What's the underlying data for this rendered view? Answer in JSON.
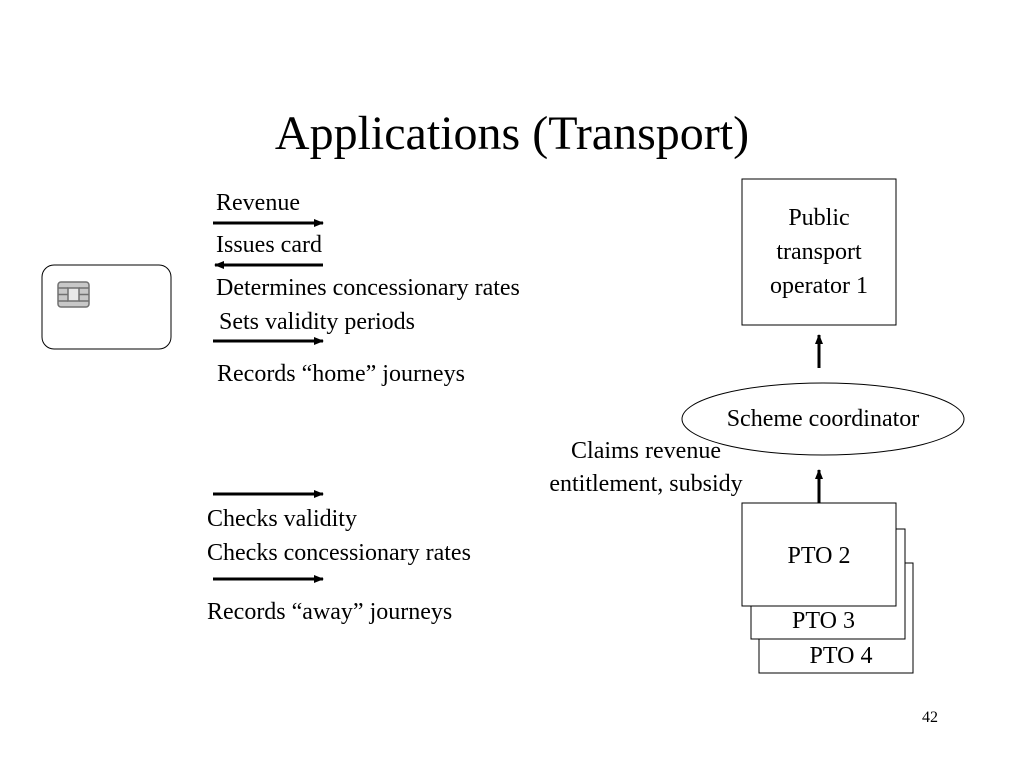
{
  "slide": {
    "title": "Applications (Transport)",
    "page_number": "42"
  },
  "card_actions": {
    "revenue": "Revenue",
    "issues_card": "Issues card",
    "determines_rates": "Determines concessionary rates",
    "sets_validity": "Sets validity periods",
    "records_home": "Records “home” journeys"
  },
  "reader_actions": {
    "checks_validity": "Checks validity",
    "checks_rates": "Checks concessionary rates",
    "records_away": "Records “away” journeys"
  },
  "operators": {
    "pto1_line1": "Public",
    "pto1_line2": "transport",
    "pto1_line3": "operator 1",
    "coordinator": "Scheme coordinator",
    "claims_line1": "Claims revenue",
    "claims_line2": "entitlement, subsidy",
    "pto2": "PTO 2",
    "pto3": "PTO 3",
    "pto4": "PTO 4"
  },
  "icons": {
    "card_chip": "smartcard-chip-icon"
  }
}
